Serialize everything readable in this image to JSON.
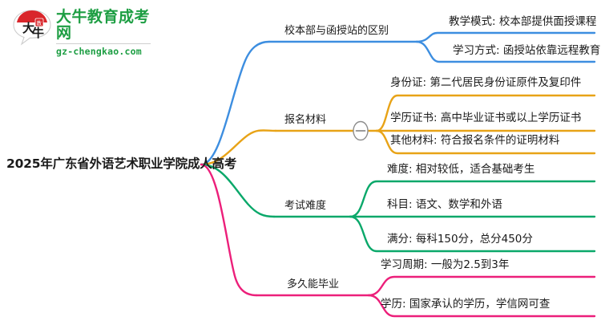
{
  "logo": {
    "name": "大牛教育成考网",
    "domain": "gz-chengkao.com",
    "mark_text": "大牛",
    "brand_color": "#1d9e43",
    "mark_accent_color": "#d9262b"
  },
  "mindmap": {
    "root": {
      "label": "2025年广东省外语艺术职业学院成人高考"
    },
    "branches": [
      {
        "label": "校本部与函授站的区别",
        "color": "#3d8ee0",
        "collapse_toggle": null,
        "children": [
          {
            "label": "教学模式: 校本部提供面授课程"
          },
          {
            "label": "学习方式: 函授站依靠远程教育"
          }
        ]
      },
      {
        "label": "报名材料",
        "color": "#e8a317",
        "collapse_toggle": "minus-icon",
        "children": [
          {
            "label": "身份证: 第二代居民身份证原件及复印件"
          },
          {
            "label": "学历证书: 高中毕业证书或以上学历证书"
          },
          {
            "label": "其他材料: 符合报名条件的证明材料"
          }
        ]
      },
      {
        "label": "考试难度",
        "color": "#0aa86a",
        "collapse_toggle": null,
        "children": [
          {
            "label": "难度: 相对较低，适合基础考生"
          },
          {
            "label": "科目: 语文、数学和外语"
          },
          {
            "label": "满分: 每科150分，总分450分"
          }
        ]
      },
      {
        "label": "多久能毕业",
        "color": "#ec1f7a",
        "collapse_toggle": null,
        "children": [
          {
            "label": "学习周期: 一般为2.5到3年"
          },
          {
            "label": "学历: 国家承认的学历，学信网可查"
          }
        ]
      }
    ]
  }
}
